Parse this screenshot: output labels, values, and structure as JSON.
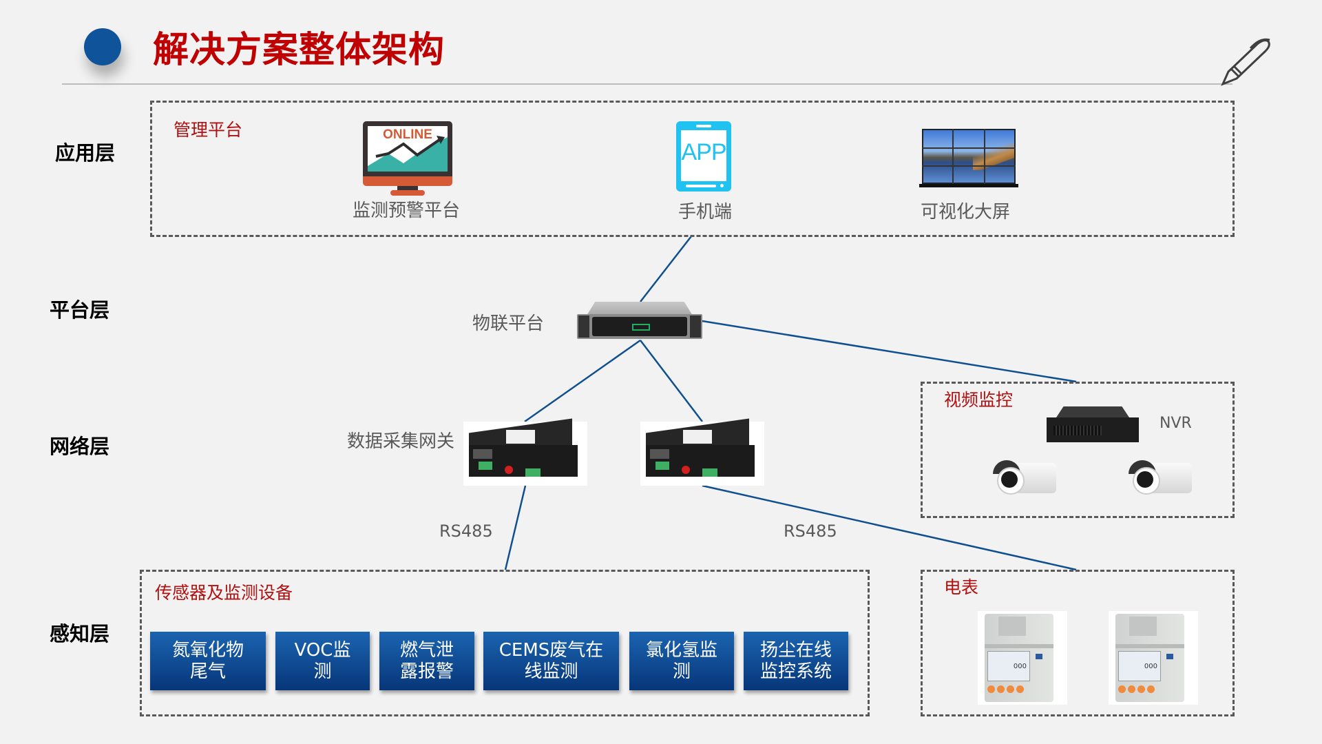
{
  "header": {
    "title": "解决方案整体架构",
    "pen_icon": "pen-icon"
  },
  "layers": {
    "application": "应用层",
    "platform": "平台层",
    "network": "网络层",
    "perception": "感知层"
  },
  "application_box": {
    "title": "管理平台",
    "items": [
      {
        "icon": "online-monitor-icon",
        "screen_text": "ONLINE",
        "label": "监测预警平台"
      },
      {
        "icon": "mobile-app-icon",
        "screen_text": "APP",
        "label": "手机端"
      },
      {
        "icon": "video-wall-icon",
        "label": "可视化大屏"
      }
    ]
  },
  "platform": {
    "label": "物联平台",
    "icon": "server-icon"
  },
  "network": {
    "gateway_label": "数据采集网关",
    "gateway_icon": "gateway-device-icon",
    "link_labels": [
      "RS485",
      "RS485"
    ]
  },
  "video_box": {
    "title": "视频监控",
    "nvr_label": "NVR",
    "nvr_icon": "nvr-recorder-icon",
    "camera_icon": "bullet-camera-icon"
  },
  "sensor_box": {
    "title": "传感器及监测设备",
    "buttons": [
      {
        "line1": "氮氧化物",
        "line2": "尾气"
      },
      {
        "line1": "VOC监",
        "line2": "测"
      },
      {
        "line1": "燃气泄",
        "line2": "露报警"
      },
      {
        "line1": "CEMS废气在",
        "line2": "线监测"
      },
      {
        "line1": "氯化氢监",
        "line2": "测"
      },
      {
        "line1": "扬尘在线",
        "line2": "监控系统"
      }
    ]
  },
  "meter_box": {
    "title": "电表",
    "meter_icon": "electric-meter-icon",
    "display_value": "000"
  },
  "colors": {
    "title_red": "#c00000",
    "box_title_red": "#b01010",
    "accent_blue": "#0f539a",
    "connector_blue": "#0f4f8f",
    "button_blue_top": "#1b64b0",
    "button_blue_bottom": "#07367a"
  }
}
